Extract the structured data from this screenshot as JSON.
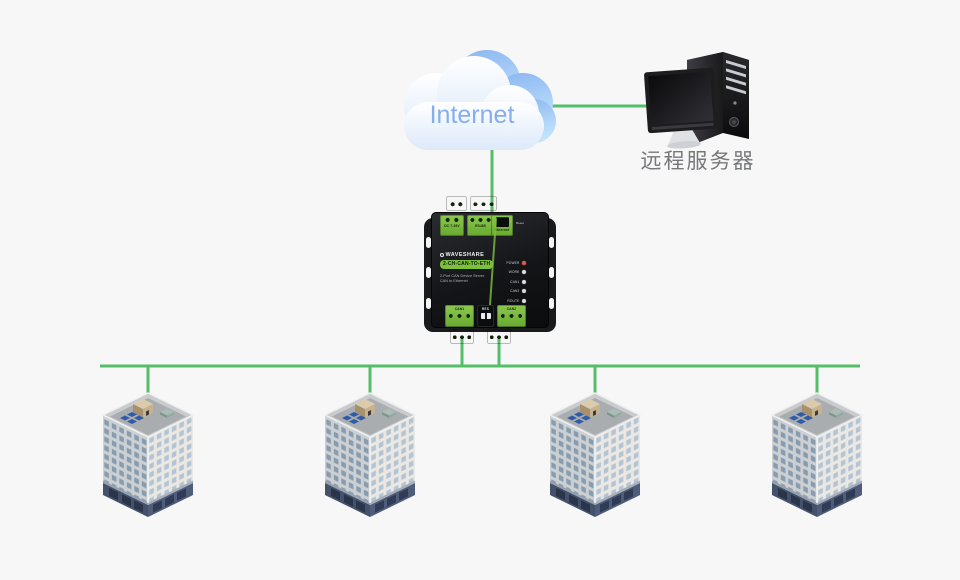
{
  "colors": {
    "bg": "#f7f7f7",
    "line-green": "#56be68",
    "device-green": "#7cc03e",
    "cloud-text": "#85aef0",
    "label-gray": "#77787b",
    "led-power": "#e2574a",
    "led-off": "#d9dcde"
  },
  "cloud": {
    "label": "Internet"
  },
  "remote_server": {
    "label": "远程服务器"
  },
  "device": {
    "brand": "WAVESHARE",
    "model": "2-CH-CAN-TO-ETH",
    "desc_line1": "2-Port CAN Device Server",
    "desc_line2": "CAN to Ethernet",
    "top_ports": [
      "DC 7-36V",
      "RS485",
      "Ethernet"
    ],
    "reset_label": "Reset",
    "leds": [
      "POWER",
      "WORK",
      "CAN1",
      "CAN2",
      "ROUTE"
    ],
    "bottom_ports": [
      "CAN1",
      "RES",
      "CAN2"
    ]
  },
  "buildings": {
    "count": 4
  }
}
